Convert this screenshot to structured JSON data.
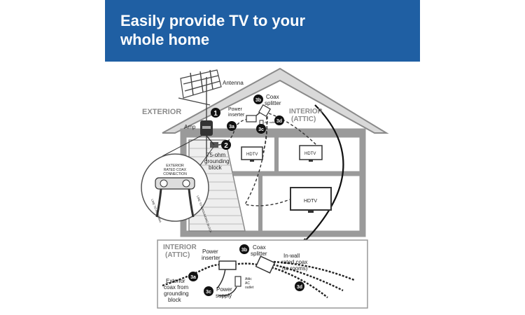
{
  "banner": {
    "title_line1": "Easily provide TV to your",
    "title_line2": "whole home",
    "background_color": "#1f5fa3"
  },
  "house": {
    "exterior_label": "EXTERIOR",
    "interior_label_line1": "INTERIOR",
    "interior_label_line2": "(ATTIC)",
    "antenna_label": "Antenna",
    "amp_label": "Amp",
    "power_inserter_line1": "Power",
    "power_inserter_line2": "inserter",
    "coax_splitter_line1": "Coax",
    "coax_splitter_line2": "splitter",
    "grounding_line1": "75-ohm",
    "grounding_line2": "grounding",
    "grounding_line3": "block",
    "ac_outlet_label": "AC outlet",
    "hdtv_left": "HDTV",
    "hdtv_right": "HDTV",
    "hdtv_big": "HDTV",
    "badges": [
      "1",
      "2",
      "3a",
      "3b",
      "3c",
      "3d"
    ]
  },
  "callout_circle": {
    "title_line1": "EXTERIOR",
    "title_line2": "RATED COAX",
    "title_line3": "CONNECTION",
    "left_cable": "LINE TO ANTENNA",
    "right_cable": "LINE TO GROUNDING BLOCK"
  },
  "detail": {
    "interior_label_line1": "INTERIOR",
    "interior_label_line2": "(ATTIC)",
    "power_inserter_line1": "Power",
    "power_inserter_line2": "inserter",
    "coax_splitter_line1": "Coax",
    "coax_splitter_line2": "splitter",
    "inwall_line1": "In-wall",
    "inwall_line2": "rated coax",
    "inwall_line3": "(to rooms)",
    "exterior_coax_line1": "Exterior",
    "exterior_coax_line2": "coax from",
    "exterior_coax_line3": "grounding",
    "exterior_coax_line4": "block",
    "power_supply_line1": "Power",
    "power_supply_line2": "supply",
    "attic_outlet_line1": "Attic",
    "attic_outlet_line2": "AC",
    "attic_outlet_line3": "outlet",
    "badges": [
      "3a",
      "3b",
      "3c",
      "3d"
    ]
  }
}
